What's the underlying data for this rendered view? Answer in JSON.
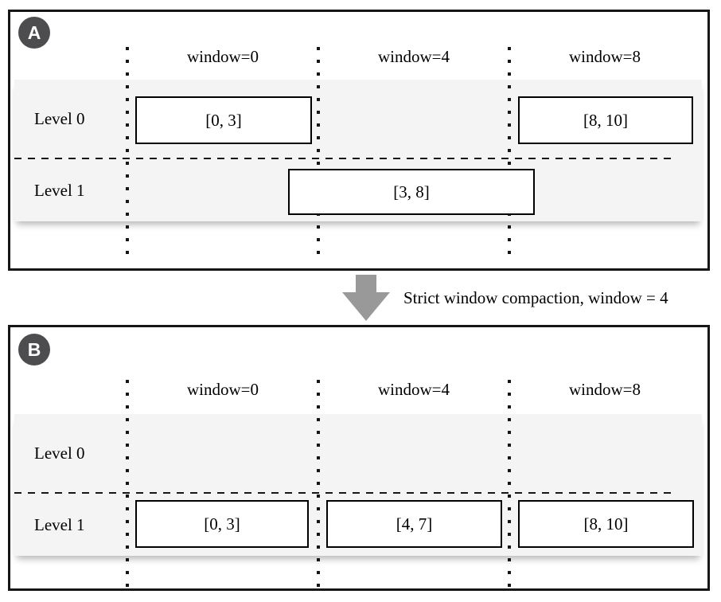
{
  "diagram": {
    "panels": [
      {
        "badge": "A",
        "column_labels": [
          "window=0",
          "window=4",
          "window=8"
        ],
        "rows": [
          {
            "label": "Level 0",
            "boxes": [
              {
                "label": "[0, 3]"
              },
              {
                "label": "[8, 10]"
              }
            ]
          },
          {
            "label": "Level 1",
            "boxes": [
              {
                "label": "[3, 8]"
              }
            ]
          }
        ]
      },
      {
        "badge": "B",
        "column_labels": [
          "window=0",
          "window=4",
          "window=8"
        ],
        "rows": [
          {
            "label": "Level 0",
            "boxes": []
          },
          {
            "label": "Level 1",
            "boxes": [
              {
                "label": "[0, 3]"
              },
              {
                "label": "[4, 7]"
              },
              {
                "label": "[8, 10]"
              }
            ]
          }
        ]
      }
    ],
    "transition": {
      "label": "Strict window compaction, window = 4"
    },
    "colors": {
      "badge_bg": "#4d4d50",
      "badge_text": "#ffffff",
      "band_bg": "#f4f4f5",
      "line": "#161616",
      "arrow": "#999999",
      "panel_border": "#161616",
      "box_border": "#000000"
    }
  }
}
